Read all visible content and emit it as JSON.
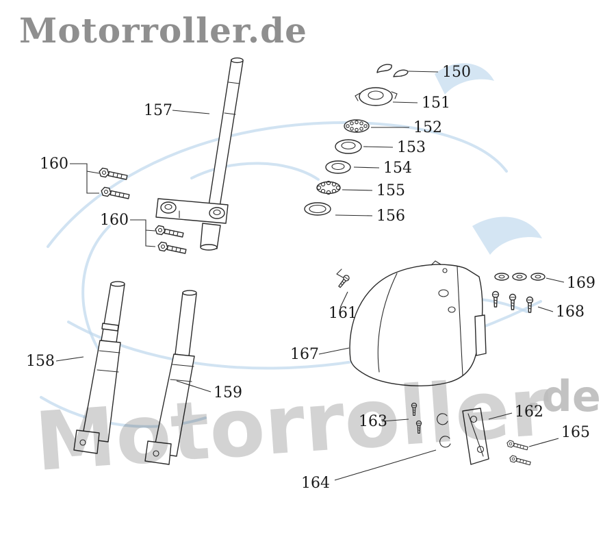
{
  "logo": {
    "text": "Motorroller.de"
  },
  "watermark": {
    "main": "Motorroller",
    "suffix": ".de"
  },
  "colors": {
    "line": "#2a2a2a",
    "label": "#1a1a1a",
    "logo": "#8f8f8f",
    "watermark": "#c8c8c8",
    "sketch": "#bdd7ec"
  },
  "part_labels": {
    "p150": "150",
    "p151": "151",
    "p152": "152",
    "p153": "153",
    "p154": "154",
    "p155": "155",
    "p156": "156",
    "p157": "157",
    "p158": "158",
    "p159": "159",
    "p160a": "160",
    "p160b": "160",
    "p161": "161",
    "p162": "162",
    "p163": "163",
    "p164": "164",
    "p165": "165",
    "p167": "167",
    "p168": "168",
    "p169": "169"
  }
}
